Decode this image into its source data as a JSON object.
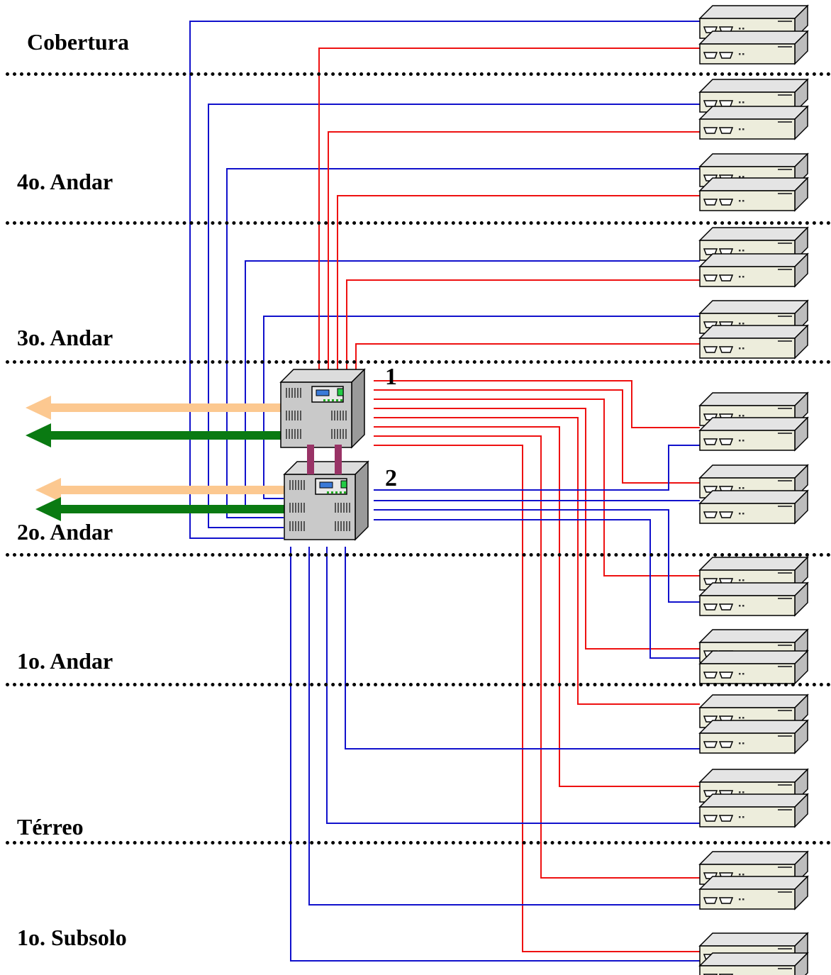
{
  "floors": [
    {
      "label": "Cobertura"
    },
    {
      "label": "4o. Andar"
    },
    {
      "label": "3o. Andar"
    },
    {
      "label": "2o. Andar"
    },
    {
      "label": "1o. Andar"
    },
    {
      "label": "Térreo"
    },
    {
      "label": "1o. Subsolo"
    }
  ],
  "switches": [
    {
      "label": "1"
    },
    {
      "label": "2"
    }
  ],
  "colors": {
    "red_link": "#ee1111",
    "blue_link": "#1111cc",
    "uplink_light": "#fcc890",
    "uplink_green": "#0a7a12",
    "stack_link": "#993366"
  }
}
